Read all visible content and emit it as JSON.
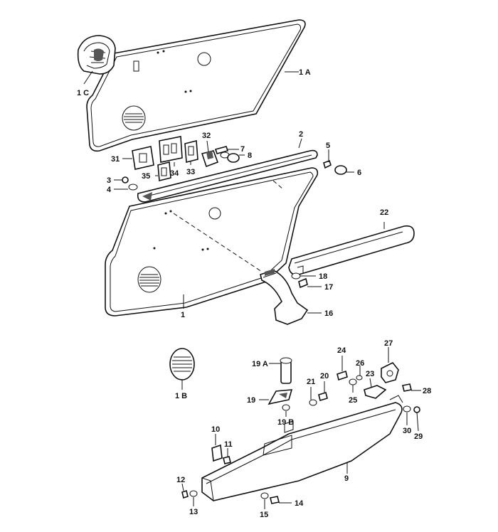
{
  "callouts": [
    {
      "key": "1A",
      "label": "1 A"
    },
    {
      "key": "1C",
      "label": "1 C"
    },
    {
      "key": "2",
      "label": "2"
    },
    {
      "key": "32",
      "label": "32"
    },
    {
      "key": "7",
      "label": "7"
    },
    {
      "key": "8",
      "label": "8"
    },
    {
      "key": "5",
      "label": "5"
    },
    {
      "key": "6",
      "label": "6"
    },
    {
      "key": "31",
      "label": "31"
    },
    {
      "key": "34",
      "label": "34"
    },
    {
      "key": "33",
      "label": "33"
    },
    {
      "key": "35",
      "label": "35"
    },
    {
      "key": "3",
      "label": "3"
    },
    {
      "key": "4",
      "label": "4"
    },
    {
      "key": "22",
      "label": "22"
    },
    {
      "key": "18",
      "label": "18"
    },
    {
      "key": "17",
      "label": "17"
    },
    {
      "key": "1",
      "label": "1"
    },
    {
      "key": "16",
      "label": "16"
    },
    {
      "key": "1B",
      "label": "1 B"
    },
    {
      "key": "19A",
      "label": "19 A"
    },
    {
      "key": "24",
      "label": "24"
    },
    {
      "key": "27",
      "label": "27"
    },
    {
      "key": "20",
      "label": "20"
    },
    {
      "key": "21",
      "label": "21"
    },
    {
      "key": "26",
      "label": "26"
    },
    {
      "key": "23",
      "label": "23"
    },
    {
      "key": "25",
      "label": "25"
    },
    {
      "key": "28",
      "label": "28"
    },
    {
      "key": "19",
      "label": "19"
    },
    {
      "key": "19B",
      "label": "19 B"
    },
    {
      "key": "30",
      "label": "30"
    },
    {
      "key": "29",
      "label": "29"
    },
    {
      "key": "10",
      "label": "10"
    },
    {
      "key": "11",
      "label": "11"
    },
    {
      "key": "9",
      "label": "9"
    },
    {
      "key": "12",
      "label": "12"
    },
    {
      "key": "13",
      "label": "13"
    },
    {
      "key": "14",
      "label": "14"
    },
    {
      "key": "15",
      "label": "15"
    }
  ]
}
